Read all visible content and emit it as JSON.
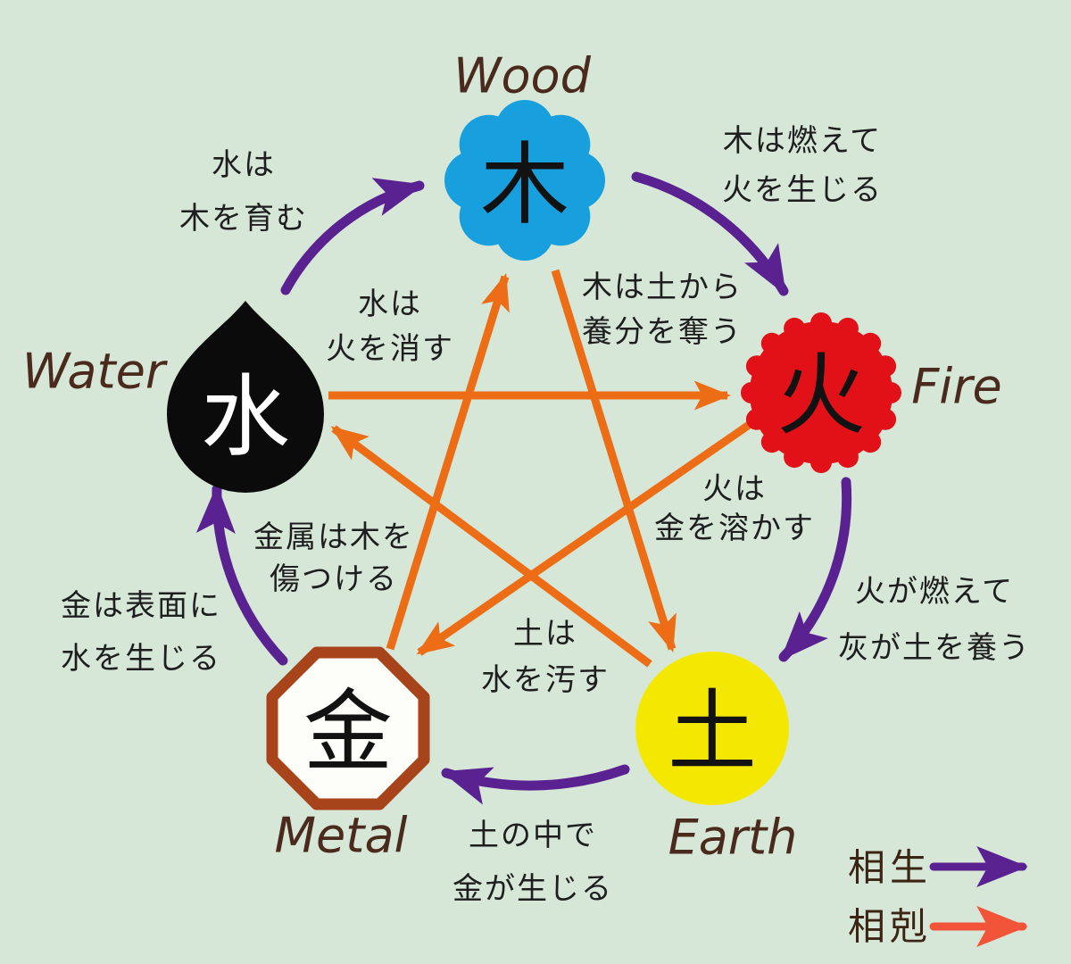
{
  "diagram": {
    "type": "five-elements-cycle",
    "background_color": "#d6e7d8"
  },
  "elements": {
    "wood": {
      "kanji": "木",
      "label": "Wood",
      "color": "#189fdd",
      "shape": "flower"
    },
    "fire": {
      "kanji": "火",
      "label": "Fire",
      "color": "#e21118",
      "shape": "scalloped-circle"
    },
    "earth": {
      "kanji": "土",
      "label": "Earth",
      "color": "#f5e800",
      "shape": "circle"
    },
    "metal": {
      "kanji": "金",
      "label": "Metal",
      "color": "#fdfdfa",
      "border_color": "#a8441c",
      "shape": "octagon"
    },
    "water": {
      "kanji": "水",
      "label": "Water",
      "color": "#0b0b0b",
      "shape": "teardrop"
    }
  },
  "generating_cycle": {
    "legend_label": "相生",
    "arrow_color": "#5a2191",
    "relations": [
      {
        "from": "water",
        "to": "wood",
        "line1": "水は",
        "line2": "木を育む"
      },
      {
        "from": "wood",
        "to": "fire",
        "line1": "木は燃えて",
        "line2": "火を生じる"
      },
      {
        "from": "fire",
        "to": "earth",
        "line1": "火が燃えて",
        "line2": "灰が土を養う"
      },
      {
        "from": "earth",
        "to": "metal",
        "line1": "土の中で",
        "line2": "金が生じる"
      },
      {
        "from": "metal",
        "to": "water",
        "line1": "金は表面に",
        "line2": "水を生じる"
      }
    ]
  },
  "overcoming_cycle": {
    "legend_label": "相剋",
    "arrow_color": "#ec6d15",
    "legend_arrow_color": "#f2543a",
    "relations": [
      {
        "from": "water",
        "to": "fire",
        "line1": "水は",
        "line2": "火を消す"
      },
      {
        "from": "wood",
        "to": "earth",
        "line1": "木は土から",
        "line2": "養分を奪う"
      },
      {
        "from": "fire",
        "to": "metal",
        "line1": "火は",
        "line2": "金を溶かす"
      },
      {
        "from": "earth",
        "to": "water",
        "line1": "土は",
        "line2": "水を汚す"
      },
      {
        "from": "metal",
        "to": "wood",
        "line1": "金属は木を",
        "line2": "傷つける"
      }
    ]
  },
  "text_colors": {
    "english_labels": "#4a2a1d",
    "annotations": "#1e1e1e",
    "legend": "#3c2415"
  }
}
